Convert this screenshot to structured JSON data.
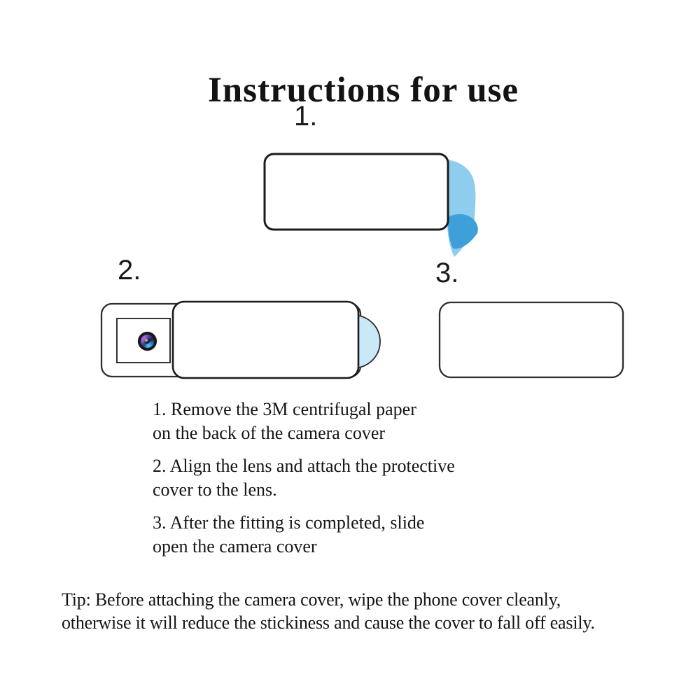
{
  "title": "Instructions for use",
  "steps": [
    {
      "number": "1."
    },
    {
      "number": "2."
    },
    {
      "number": "3."
    }
  ],
  "instructions": [
    {
      "lines": [
        "1. Remove the 3M centrifugal paper",
        "on the back of the camera cover"
      ]
    },
    {
      "lines": [
        "2. Align the lens and attach the protective",
        "cover to the lens."
      ]
    },
    {
      "lines": [
        "3. After the fitting is completed, slide",
        "open the camera cover"
      ]
    }
  ],
  "tip": {
    "lines": [
      "Tip: Before attaching the camera cover, wipe the phone cover cleanly,",
      "otherwise it will reduce the stickiness and cause the cover to fall off easily."
    ]
  },
  "icons": {
    "peel_backing": "peel-backing-icon",
    "peel_curl": "peel-curl-icon",
    "camera_lens": "camera-lens-icon",
    "slide_tab": "slide-tab-icon"
  },
  "colors": {
    "background": "#ffffff",
    "text_black": "#131313",
    "outline_dark": "#1b1b1b",
    "peel_light_blue": "#8FCDEE",
    "peel_dark_blue": "#3F9FD8",
    "tab_blue": "#C9E9F8"
  }
}
